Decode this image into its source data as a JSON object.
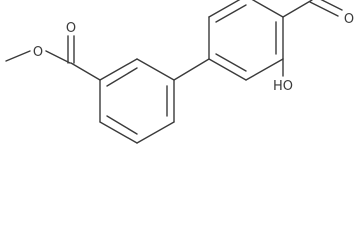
{
  "structure": {
    "atom_labels": {
      "ester_carbonyl_oxygen": "O",
      "ester_ether_oxygen": "O",
      "aldehyde_oxygen": "O",
      "hydroxyl": "HO"
    },
    "bond_color": "#3a3a3a",
    "label_color": "#3a3a3a"
  }
}
